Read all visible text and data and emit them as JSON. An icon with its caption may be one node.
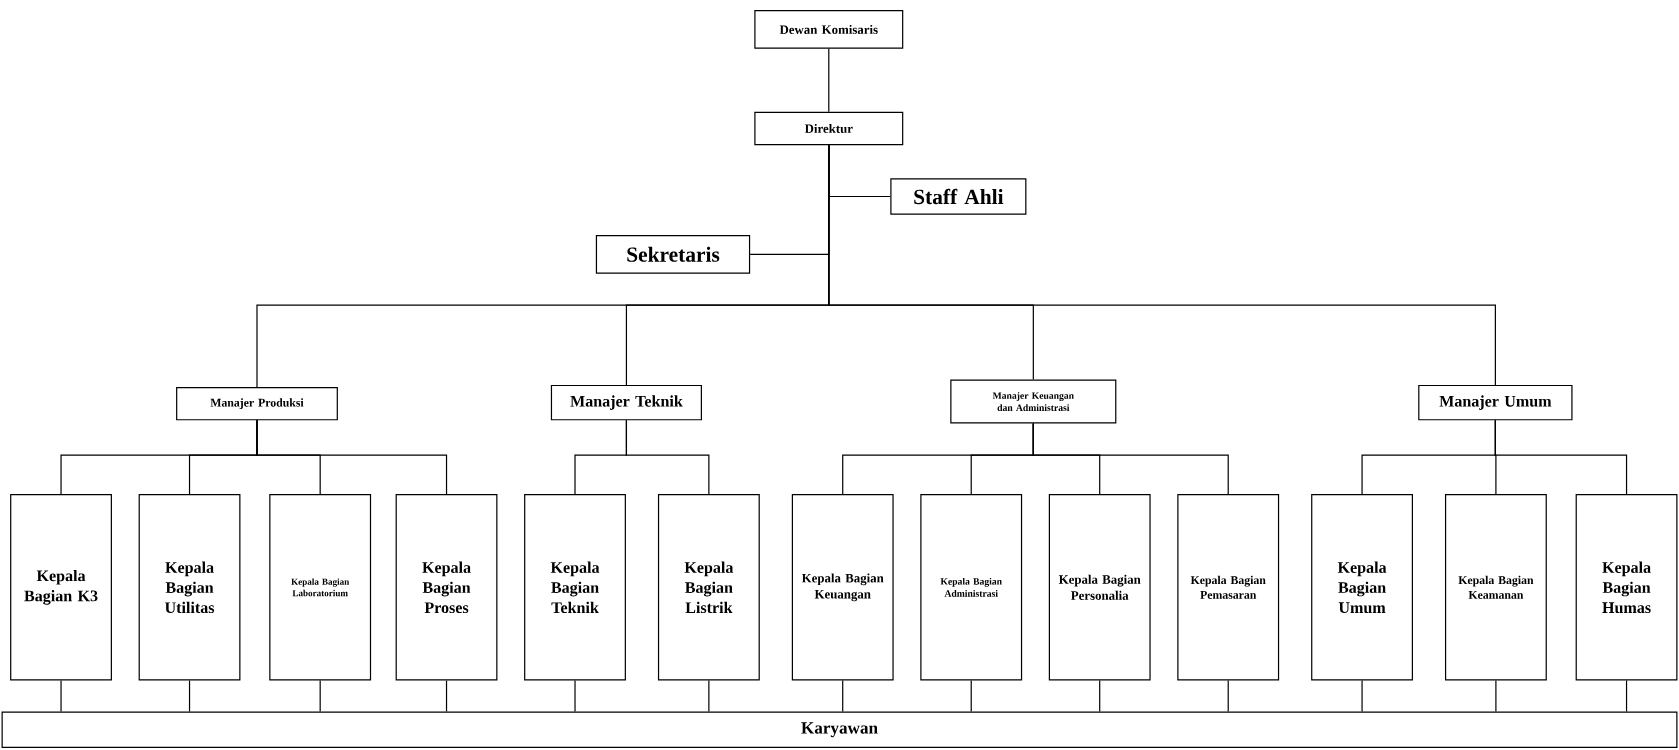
{
  "diagram": {
    "nodes": [
      {
        "text": [
          "Dewan Komisaris"
        ]
      },
      {
        "text": [
          "Direktur"
        ]
      },
      {
        "text": [
          "Staff Ahli"
        ]
      },
      {
        "text": [
          "Sekretaris"
        ]
      },
      {
        "text": [
          "Manajer Produksi"
        ]
      },
      {
        "text": [
          "Manajer Teknik"
        ]
      },
      {
        "text": [
          "Manajer Keuangan dan Administrasi"
        ]
      },
      {
        "text": [
          "Manajer Umum"
        ]
      },
      {
        "text": [
          "Kepala Bagian K3"
        ]
      },
      {
        "text": [
          "Kepala Bagian Utilitas"
        ]
      },
      {
        "text": [
          "Kepala Bagian Laboratorium"
        ]
      },
      {
        "text": [
          "Kepala Bagian Proses"
        ]
      },
      {
        "text": [
          "Kepala Bagian Teknik"
        ]
      },
      {
        "text": [
          "Kepala Bagian Listrik"
        ]
      },
      {
        "text": [
          "Kepala Bagian Keuangan"
        ]
      },
      {
        "text": [
          "Kepala Bagian Administrasi"
        ]
      },
      {
        "text": [
          "Kepala Bagian Personalia"
        ]
      },
      {
        "text": [
          "Kepala Bagian Pemasaran"
        ]
      },
      {
        "text": [
          "Kepala Bagian Umum"
        ]
      },
      {
        "text": [
          "Kepala Bagian Keamanan"
        ]
      },
      {
        "text": [
          "Kepala Bagian Humas"
        ]
      },
      {
        "text": [
          "Karyawan"
        ]
      }
    ],
    "edges": [
      {
        "from": 0,
        "to": 1,
        "arrow": "none"
      },
      {
        "from": 1,
        "to": 2,
        "arrow": "none"
      },
      {
        "from": 1,
        "to": 3,
        "arrow": "none"
      },
      {
        "from": 1,
        "to": 4,
        "arrow": "none"
      },
      {
        "from": 1,
        "to": 5,
        "arrow": "none"
      },
      {
        "from": 1,
        "to": 6,
        "arrow": "none"
      },
      {
        "from": 1,
        "to": 7,
        "arrow": "none"
      },
      {
        "from": 4,
        "to": 8,
        "arrow": "none"
      },
      {
        "from": 4,
        "to": 9,
        "arrow": "none"
      },
      {
        "from": 4,
        "to": 10,
        "arrow": "none"
      },
      {
        "from": 4,
        "to": 11,
        "arrow": "none"
      },
      {
        "from": 5,
        "to": 12,
        "arrow": "none"
      },
      {
        "from": 5,
        "to": 13,
        "arrow": "none"
      },
      {
        "from": 6,
        "to": 14,
        "arrow": "none"
      },
      {
        "from": 6,
        "to": 15,
        "arrow": "none"
      },
      {
        "from": 6,
        "to": 16,
        "arrow": "none"
      },
      {
        "from": 6,
        "to": 17,
        "arrow": "none"
      },
      {
        "from": 7,
        "to": 18,
        "arrow": "none"
      },
      {
        "from": 7,
        "to": 19,
        "arrow": "none"
      },
      {
        "from": 7,
        "to": 20,
        "arrow": "none"
      },
      {
        "from": 8,
        "to": 21,
        "arrow": "none"
      },
      {
        "from": 9,
        "to": 21,
        "arrow": "none"
      },
      {
        "from": 10,
        "to": 21,
        "arrow": "none"
      },
      {
        "from": 11,
        "to": 21,
        "arrow": "none"
      },
      {
        "from": 12,
        "to": 21,
        "arrow": "none"
      },
      {
        "from": 13,
        "to": 21,
        "arrow": "none"
      },
      {
        "from": 14,
        "to": 21,
        "arrow": "none"
      },
      {
        "from": 15,
        "to": 21,
        "arrow": "none"
      },
      {
        "from": 16,
        "to": 21,
        "arrow": "none"
      },
      {
        "from": 17,
        "to": 21,
        "arrow": "none"
      },
      {
        "from": 18,
        "to": 21,
        "arrow": "none"
      },
      {
        "from": 19,
        "to": 21,
        "arrow": "none"
      },
      {
        "from": 20,
        "to": 21,
        "arrow": "none"
      }
    ]
  }
}
